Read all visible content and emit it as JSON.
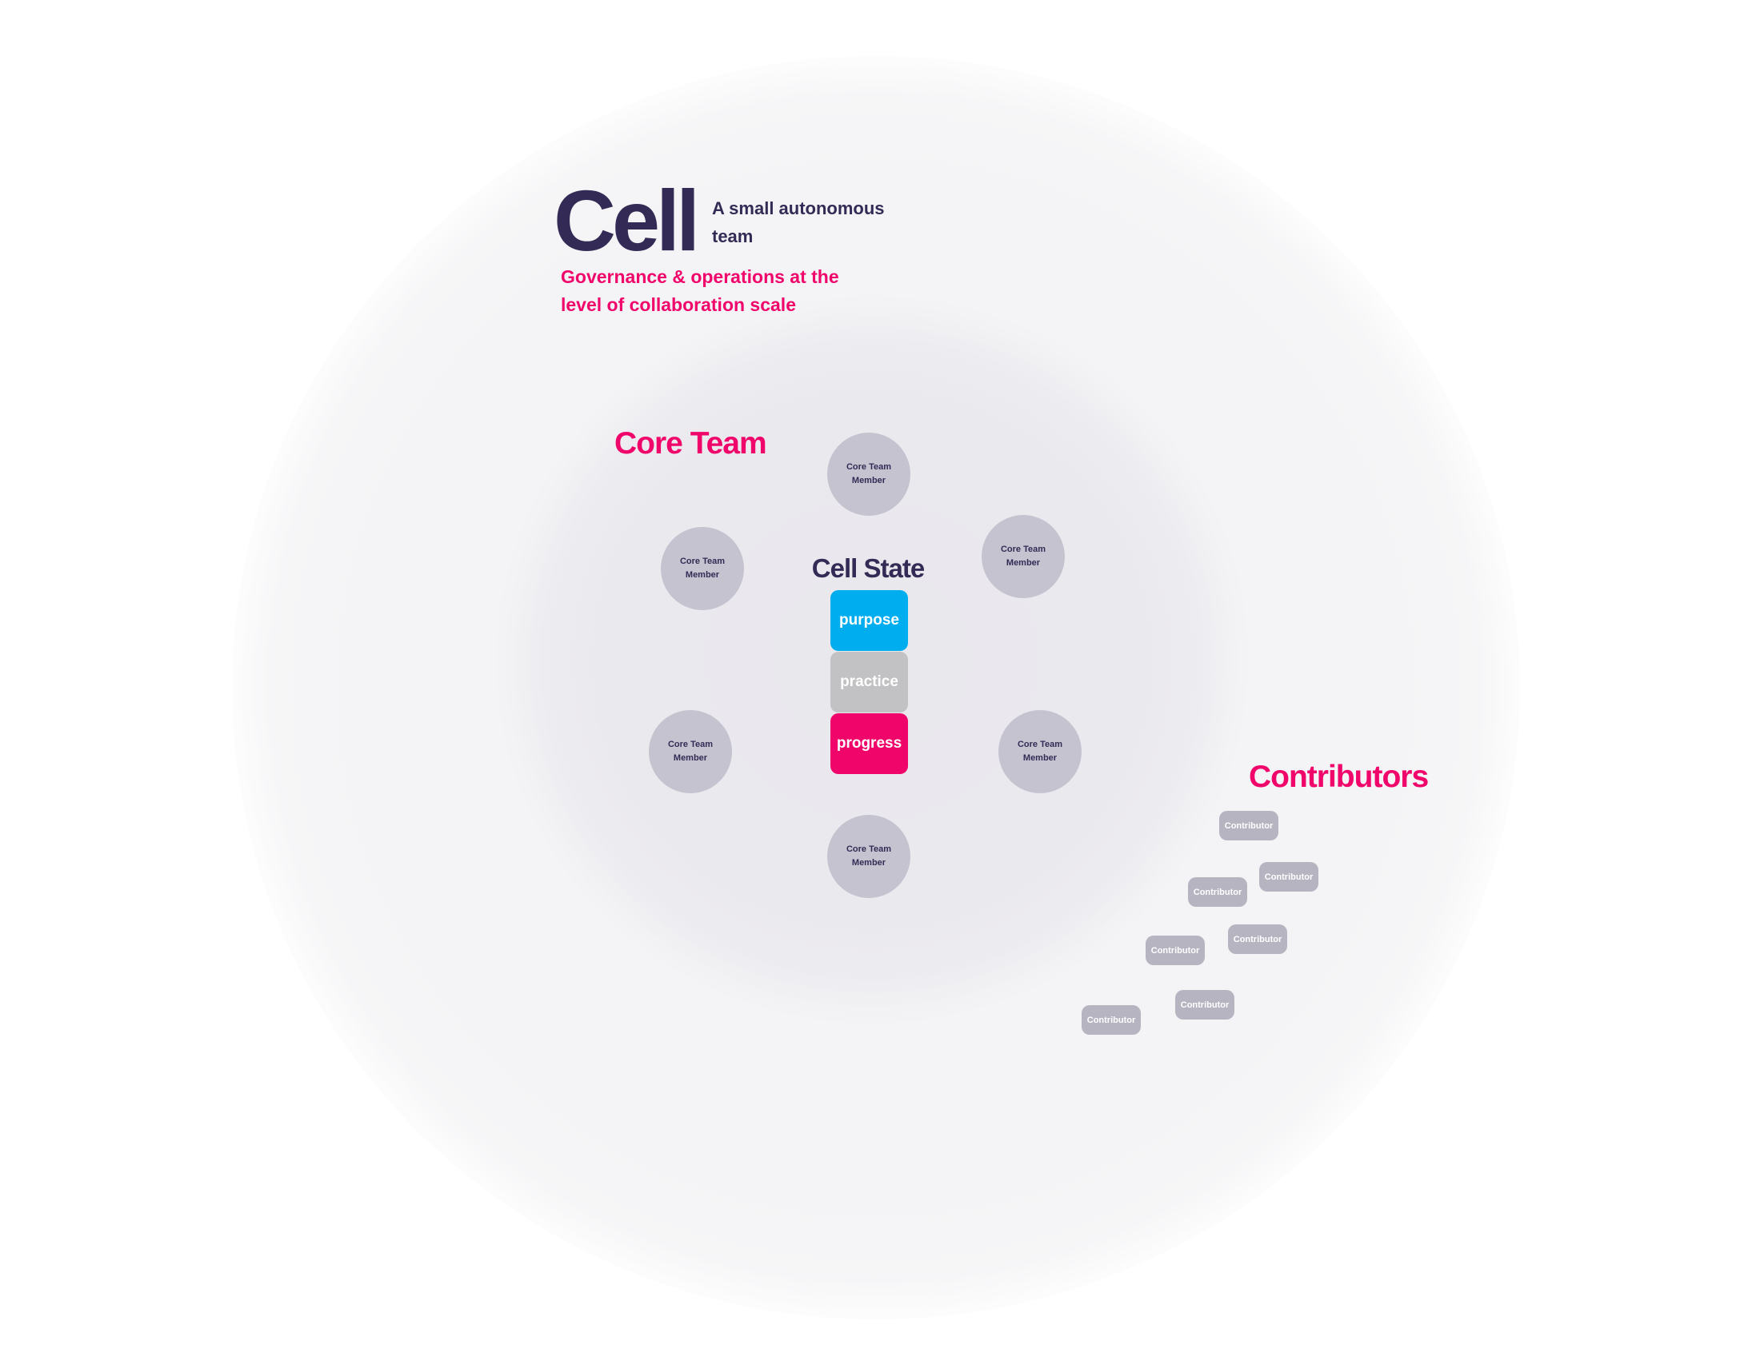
{
  "header": {
    "title": "Cell",
    "subtitle": "A small autonomous team",
    "tagline": "Governance & operations at the level of collaboration scale"
  },
  "core_team": {
    "label": "Core Team",
    "members": [
      {
        "label": "Core Team Member"
      },
      {
        "label": "Core Team Member"
      },
      {
        "label": "Core Team Member"
      },
      {
        "label": "Core Team Member"
      },
      {
        "label": "Core Team Member"
      },
      {
        "label": "Core Team Member"
      }
    ]
  },
  "cell_state": {
    "title": "Cell State",
    "items": [
      {
        "label": "purpose",
        "color": "#00aef0"
      },
      {
        "label": "practice",
        "color": "#c2c2c4"
      },
      {
        "label": "progress",
        "color": "#f0066b"
      }
    ]
  },
  "contributors": {
    "label": "Contributors",
    "items": [
      {
        "label": "Contributor"
      },
      {
        "label": "Contributor"
      },
      {
        "label": "Contributor"
      },
      {
        "label": "Contributor"
      },
      {
        "label": "Contributor"
      },
      {
        "label": "Contributor"
      },
      {
        "label": "Contributor"
      }
    ]
  },
  "colors": {
    "accent": "#f0066b",
    "text_dark": "#332b55",
    "member_fill": "#c6c3d0",
    "contributor_fill": "#b7b4c2"
  }
}
